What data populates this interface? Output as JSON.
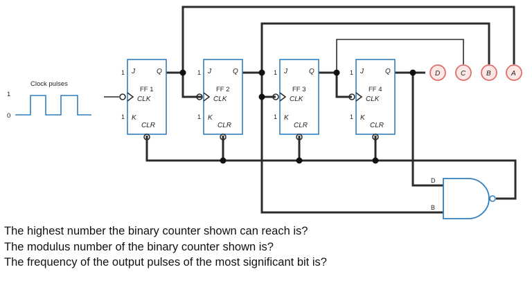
{
  "clock": {
    "label": "Clock pulses",
    "high": "1",
    "low": "0"
  },
  "flipflops": [
    {
      "name": "FF 1",
      "j": "J",
      "k": "K",
      "q": "Q",
      "clk": "CLK",
      "clr": "CLR",
      "jin": "1",
      "kin": "1"
    },
    {
      "name": "FF 2",
      "j": "J",
      "k": "K",
      "q": "Q",
      "clk": "CLK",
      "clr": "CLR",
      "jin": "1",
      "kin": "1"
    },
    {
      "name": "FF 3",
      "j": "J",
      "k": "K",
      "q": "Q",
      "clk": "CLK",
      "clr": "CLR",
      "jin": "1",
      "kin": "1"
    },
    {
      "name": "FF 4",
      "j": "J",
      "k": "K",
      "q": "Q",
      "clk": "CLK",
      "clr": "CLR",
      "jin": "1",
      "kin": "1"
    }
  ],
  "outputs": [
    "D",
    "C",
    "B",
    "A"
  ],
  "gate": {
    "type": "NAND",
    "input_top": "D",
    "input_bottom": "B"
  },
  "colors": {
    "box": "#2f7fc1",
    "wire": "#2b2b2b",
    "output_circle": "#e36b6b"
  },
  "questions": [
    "The highest number the binary counter shown can reach is?",
    "The modulus number of the binary counter shown is?",
    "The frequency of the output pulses of the most significant bit is?"
  ]
}
